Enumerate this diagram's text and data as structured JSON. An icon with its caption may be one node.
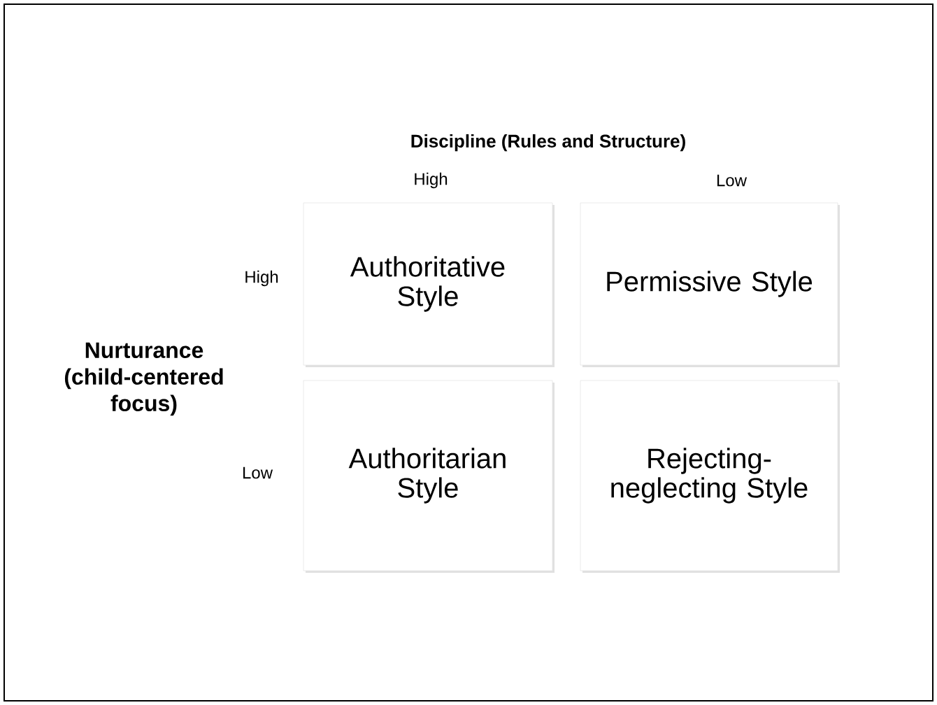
{
  "diagram": {
    "title": "Discipline (Rules and Structure)",
    "nodes": [
      {
        "text": [
          "Authoritative Style"
        ]
      },
      {
        "text": [
          "Permissive Style"
        ]
      },
      {
        "text": [
          "Authoritarian Style"
        ]
      },
      {
        "text": [
          "Rejecting-neglecting Style"
        ]
      }
    ],
    "labels": [
      "High",
      "Low",
      "High",
      "Nurturance (child-centered focus)",
      "Low"
    ]
  }
}
